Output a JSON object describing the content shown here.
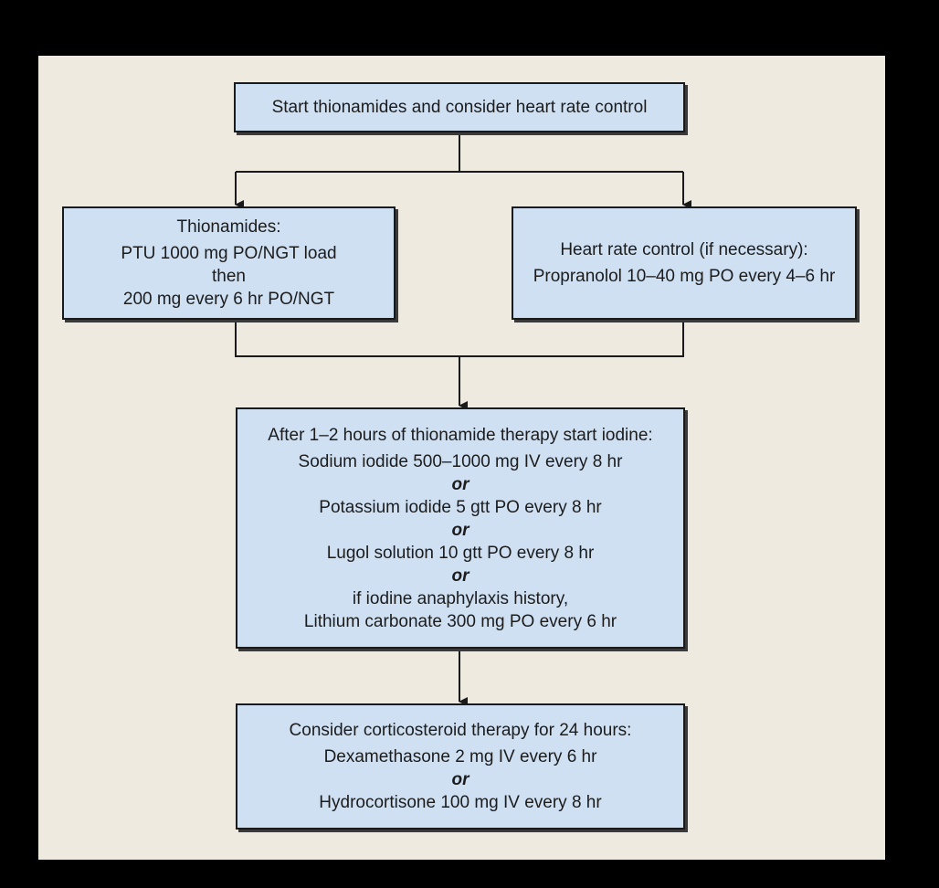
{
  "diagram": {
    "type": "flowchart",
    "start": {
      "label": "Start thionamides and consider heart rate control"
    },
    "thionamides": {
      "title": "Thionamides:",
      "lines": [
        "PTU 1000 mg PO/NGT load",
        "then",
        "200 mg every 6 hr PO/NGT"
      ]
    },
    "heart_rate": {
      "title": "Heart rate control (if necessary):",
      "lines": [
        "Propranolol 10–40 mg PO every 4–6 hr"
      ]
    },
    "iodine": {
      "title": "After 1–2 hours of thionamide therapy start iodine:",
      "opt1": "Sodium iodide 500–1000 mg IV every 8 hr",
      "opt2": "Potassium iodide 5 gtt PO every 8 hr",
      "opt3": "Lugol solution 10 gtt PO every 8 hr",
      "opt4a": "if iodine anaphylaxis history,",
      "opt4b": "Lithium carbonate 300 mg PO every 6 hr",
      "or": "or"
    },
    "steroid": {
      "title": "Consider corticosteroid therapy for 24 hours:",
      "opt1": "Dexamethasone 2 mg IV every 6 hr",
      "opt2": "Hydrocortisone 100 mg IV every 8 hr",
      "or": "or"
    },
    "edges": [
      {
        "from": "start",
        "to": "thionamides"
      },
      {
        "from": "start",
        "to": "heart_rate"
      },
      {
        "from": "thionamides",
        "to": "iodine"
      },
      {
        "from": "heart_rate",
        "to": "iodine"
      },
      {
        "from": "iodine",
        "to": "steroid"
      }
    ],
    "colors": {
      "background": "#eeeae0",
      "box_fill": "#cfe0f3",
      "border": "#1a1a1a"
    }
  }
}
